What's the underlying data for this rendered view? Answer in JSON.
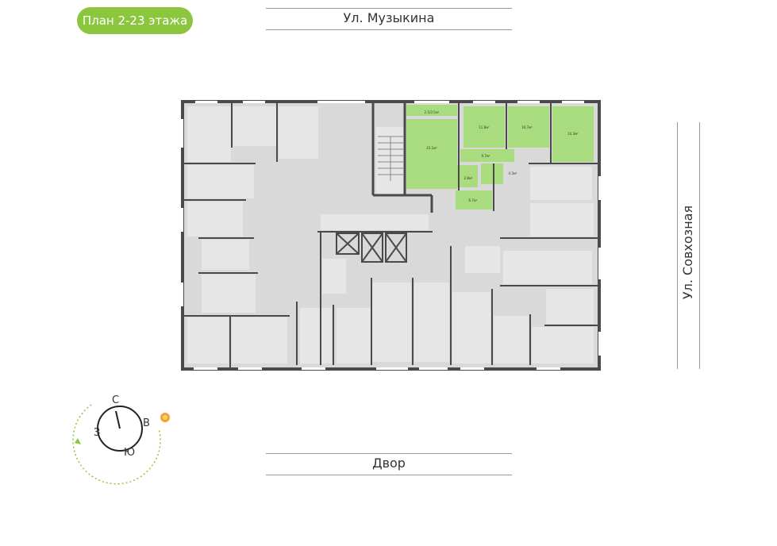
{
  "header": {
    "plan_label": "План 2-23 этажа"
  },
  "streets": {
    "top": "Ул. Музыкина",
    "bottom": "Двор",
    "right": "Ул. Совхозная"
  },
  "compass": {
    "north": "С",
    "east": "В",
    "south": "Ю",
    "west": "З"
  },
  "highlight_color": "#a9dc7e",
  "highlighted_apartment": {
    "rooms": [
      {
        "label": "23.1м²"
      },
      {
        "label": "11.8м²"
      },
      {
        "label": "16.7м²"
      },
      {
        "label": "14.3м²"
      },
      {
        "label": "2.5/3.5м²"
      },
      {
        "label": "9.7м²"
      },
      {
        "label": "2.8м²"
      },
      {
        "label": "4.3м²"
      },
      {
        "label": "6.7м²"
      }
    ]
  }
}
